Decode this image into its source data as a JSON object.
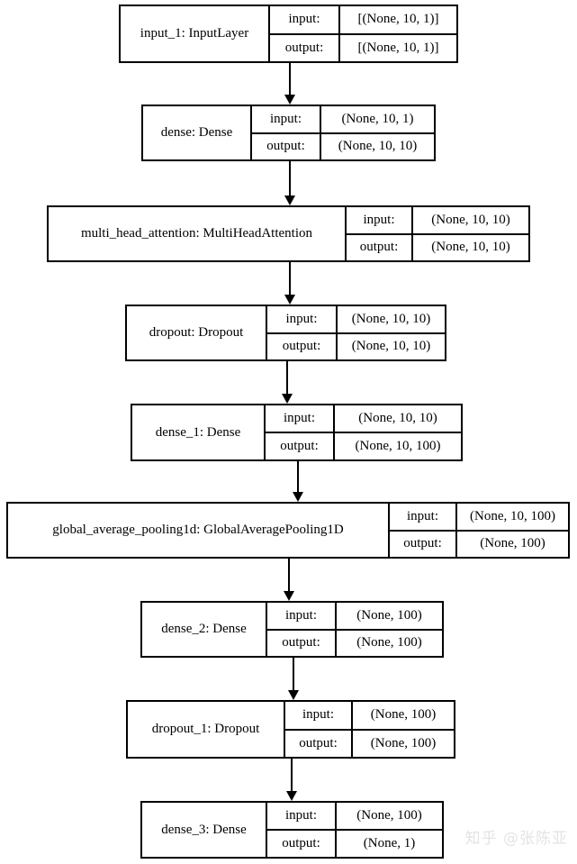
{
  "diagram": {
    "title": "Keras model architecture graph",
    "type": "flowchart",
    "orientation": "top-to-bottom",
    "colors": {
      "border": "#000000",
      "background": "#ffffff",
      "text": "#000000",
      "watermark": "#e3e3e3"
    },
    "labels": {
      "input": "input:",
      "output": "output:"
    },
    "nodes": [
      {
        "id": "input_1",
        "name": "input_1: InputLayer",
        "input": "[(None, 10, 1)]",
        "output": "[(None, 10, 1)]"
      },
      {
        "id": "dense",
        "name": "dense: Dense",
        "input": "(None, 10, 1)",
        "output": "(None, 10, 10)"
      },
      {
        "id": "multi_head_attention",
        "name": "multi_head_attention: MultiHeadAttention",
        "input": "(None, 10, 10)",
        "output": "(None, 10, 10)"
      },
      {
        "id": "dropout",
        "name": "dropout: Dropout",
        "input": "(None, 10, 10)",
        "output": "(None, 10, 10)"
      },
      {
        "id": "dense_1",
        "name": "dense_1: Dense",
        "input": "(None, 10, 10)",
        "output": "(None, 10, 100)"
      },
      {
        "id": "global_average_pooling1d",
        "name": "global_average_pooling1d: GlobalAveragePooling1D",
        "input": "(None, 10, 100)",
        "output": "(None, 100)"
      },
      {
        "id": "dense_2",
        "name": "dense_2: Dense",
        "input": "(None, 100)",
        "output": "(None, 100)"
      },
      {
        "id": "dropout_1",
        "name": "dropout_1: Dropout",
        "input": "(None, 100)",
        "output": "(None, 100)"
      },
      {
        "id": "dense_3",
        "name": "dense_3: Dense",
        "input": "(None, 100)",
        "output": "(None, 1)"
      }
    ],
    "edges": [
      {
        "from": "input_1",
        "to": "dense"
      },
      {
        "from": "dense",
        "to": "multi_head_attention"
      },
      {
        "from": "multi_head_attention",
        "to": "dropout"
      },
      {
        "from": "dropout",
        "to": "dense_1"
      },
      {
        "from": "dense_1",
        "to": "global_average_pooling1d"
      },
      {
        "from": "global_average_pooling1d",
        "to": "dense_2"
      },
      {
        "from": "dense_2",
        "to": "dropout_1"
      },
      {
        "from": "dropout_1",
        "to": "dense_3"
      }
    ]
  },
  "watermark": {
    "text": "知乎 @张陈亚"
  }
}
